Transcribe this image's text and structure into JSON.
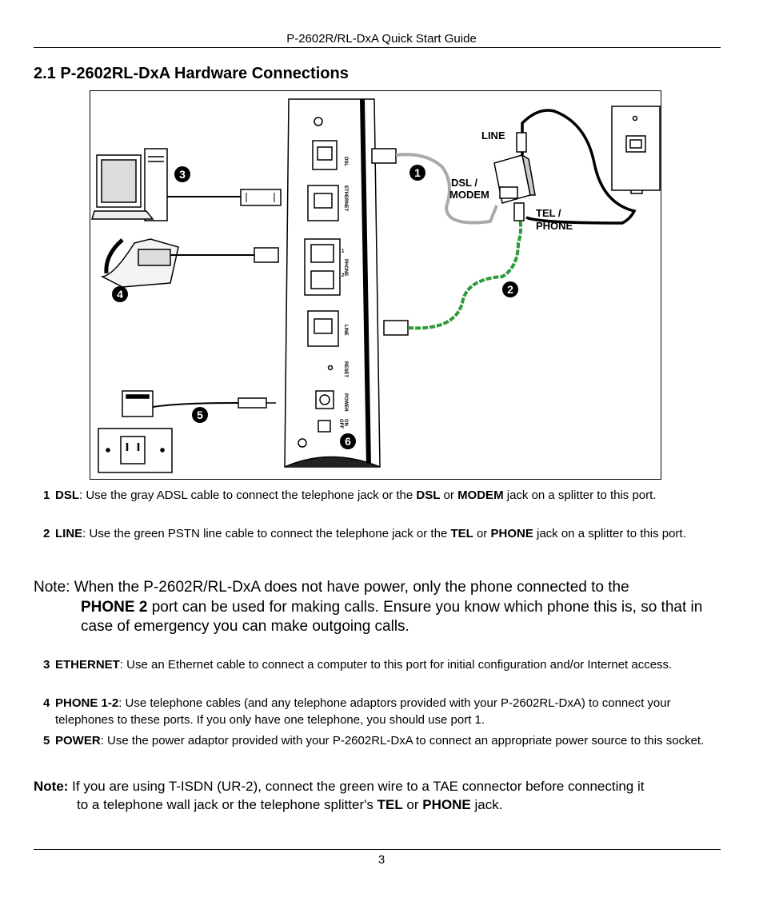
{
  "header": {
    "title": "P-2602R/RL-DxA Quick Start Guide"
  },
  "section": {
    "title": "2.1 P-2602RL-DxA Hardware Connections"
  },
  "figure": {
    "labels": {
      "line": "LINE",
      "dsl_modem_1": "DSL /",
      "dsl_modem_2": "MODEM",
      "tel_phone_1": "TEL /",
      "tel_phone_2": "PHONE",
      "port_dsl": "DSL",
      "port_ethernet": "ETHERNET",
      "port_phone": "PHONE",
      "port_phone_1": "1",
      "port_phone_2": "2",
      "port_line": "LINE",
      "port_reset": "RESET",
      "port_power": "POWER",
      "port_on": "ON",
      "port_off": "OFF"
    },
    "callouts": [
      "1",
      "2",
      "3",
      "4",
      "5",
      "6"
    ]
  },
  "items_a": [
    {
      "num": "1",
      "name": "DSL",
      "t1": ": Use the gray ADSL cable to connect the telephone jack or the ",
      "b1": "DSL",
      "t2": " or ",
      "b2": "MODEM",
      "t3": " jack on a splitter to this port."
    },
    {
      "num": "2",
      "name": "LINE",
      "t1": ": Use the green PSTN line cable to connect the telephone jack or the ",
      "b1": "TEL",
      "t2": " or ",
      "b2": "PHONE",
      "t3": " jack on a splitter to this port."
    }
  ],
  "note1": {
    "prefix": "Note: ",
    "t1": "When the P-2602R/RL-DxA does not have power, only the phone connected to the",
    "b1": "PHONE 2",
    "t2": " port can be used for making calls. Ensure you know which phone this is, so that in case of emergency you can make outgoing calls."
  },
  "items_b": [
    {
      "num": "3",
      "name": "ETHERNET",
      "t1": ": Use an Ethernet cable to connect a computer to this port for initial configuration and/or Internet access."
    },
    {
      "num": "4",
      "name": "PHONE 1-2",
      "t1": ": Use telephone cables (and any telephone adaptors provided with your P-2602RL-DxA) to connect your telephones to these ports. If you only have one telephone, you should use port 1."
    },
    {
      "num": "5",
      "name": "POWER",
      "t1": ": Use the power adaptor provided with your P-2602RL-DxA to connect an appropriate power source to this socket."
    }
  ],
  "note2": {
    "prefix": "Note:",
    "t1": " If you are using T-ISDN (UR-2), connect the green wire to a TAE connector before connecting it",
    "t2": "to a telephone wall jack or the telephone splitter's ",
    "b1": "TEL",
    "t3": " or ",
    "b2": "PHONE",
    "t4": " jack."
  },
  "footer": {
    "page": "3"
  }
}
